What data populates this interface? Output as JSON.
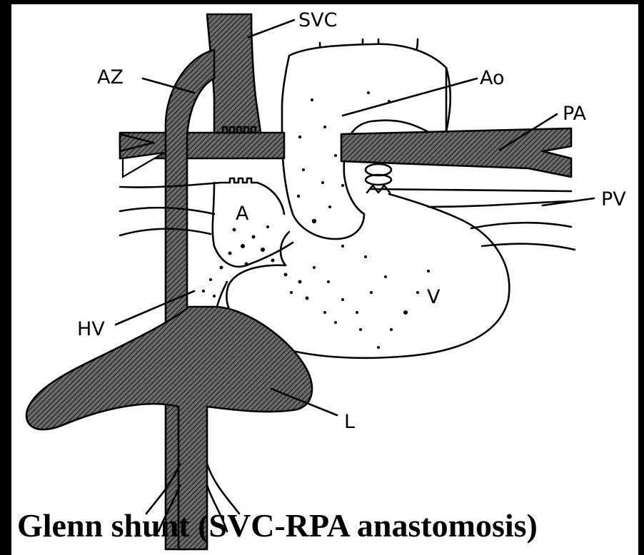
{
  "diagram": {
    "title": "Glenn shunt (SVC-RPA anastomosis)",
    "labels": {
      "svc": "SVC",
      "az": "AZ",
      "ao": "Ao",
      "pa": "PA",
      "pv": "PV",
      "a": "A",
      "v": "V",
      "hv": "HV",
      "l": "L"
    },
    "colors": {
      "background": "#000000",
      "panel": "#ffffff",
      "ink": "#000000"
    }
  }
}
